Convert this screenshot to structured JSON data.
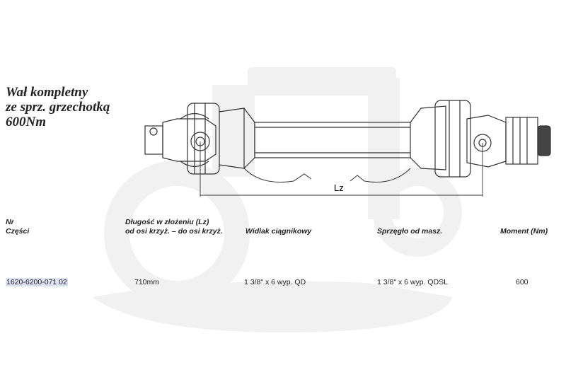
{
  "title": {
    "line1": "Wał kompletny",
    "line2": "ze sprz. grzechotką",
    "line3": "600Nm"
  },
  "drawing": {
    "dimension_label": "Lz"
  },
  "table": {
    "headers": {
      "part_no_line1": "Nr",
      "part_no_line2": "Części",
      "length_line1": "Długość w złożeniu (Lz)",
      "length_line2": "od osi krzyż. – do osi krzyż.",
      "tractor_yoke": "Widlak ciągnikowy",
      "machine_clutch": "Sprzęgło od masz.",
      "torque": "Moment (Nm)"
    },
    "rows": [
      {
        "part_no": "1620-6200-071 02",
        "length": "710mm",
        "tractor_yoke": "1 3/8\" x 6 wyp. QD",
        "machine_clutch": "1 3/8\" x 6 wyp. QDSL",
        "torque": "600"
      }
    ]
  }
}
